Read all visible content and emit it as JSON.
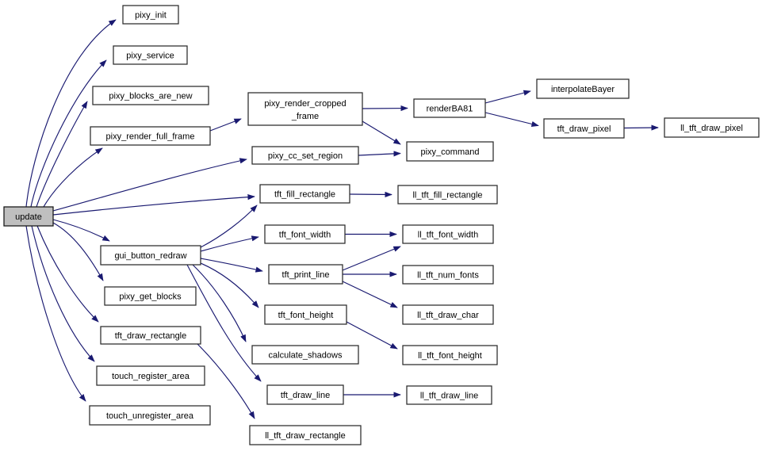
{
  "graph": {
    "colors": {
      "edge": "#191970",
      "node_border": "#2b2b2b",
      "node_fill": "#ffffff",
      "root_node_fill": "#bfbfbf",
      "background": "#ffffff",
      "text": "#000000"
    },
    "root": "update",
    "nodes": {
      "update": {
        "label": "update"
      },
      "pixy_init": {
        "label": "pixy_init"
      },
      "pixy_service": {
        "label": "pixy_service"
      },
      "pixy_blocks_are_new": {
        "label": "pixy_blocks_are_new"
      },
      "pixy_render_full_frame": {
        "label": "pixy_render_full_frame"
      },
      "pixy_render_cropped_frame": {
        "label": "pixy_render_cropped_frame",
        "lines": [
          "pixy_render_cropped",
          "_frame"
        ]
      },
      "pixy_cc_set_region": {
        "label": "pixy_cc_set_region"
      },
      "renderBA81": {
        "label": "renderBA81"
      },
      "pixy_command": {
        "label": "pixy_command"
      },
      "interpolateBayer": {
        "label": "interpolateBayer"
      },
      "tft_draw_pixel": {
        "label": "tft_draw_pixel"
      },
      "ll_tft_draw_pixel": {
        "label": "ll_tft_draw_pixel"
      },
      "tft_fill_rectangle": {
        "label": "tft_fill_rectangle"
      },
      "ll_tft_fill_rectangle": {
        "label": "ll_tft_fill_rectangle"
      },
      "gui_button_redraw": {
        "label": "gui_button_redraw"
      },
      "tft_font_width": {
        "label": "tft_font_width"
      },
      "ll_tft_font_width": {
        "label": "ll_tft_font_width"
      },
      "tft_print_line": {
        "label": "tft_print_line"
      },
      "ll_tft_num_fonts": {
        "label": "ll_tft_num_fonts"
      },
      "ll_tft_draw_char": {
        "label": "ll_tft_draw_char"
      },
      "tft_font_height": {
        "label": "tft_font_height"
      },
      "ll_tft_font_height": {
        "label": "ll_tft_font_height"
      },
      "calculate_shadows": {
        "label": "calculate_shadows"
      },
      "pixy_get_blocks": {
        "label": "pixy_get_blocks"
      },
      "tft_draw_rectangle": {
        "label": "tft_draw_rectangle"
      },
      "tft_draw_line": {
        "label": "tft_draw_line"
      },
      "ll_tft_draw_line": {
        "label": "ll_tft_draw_line"
      },
      "touch_register_area": {
        "label": "touch_register_area"
      },
      "touch_unregister_area": {
        "label": "touch_unregister_area"
      },
      "ll_tft_draw_rectangle": {
        "label": "ll_tft_draw_rectangle"
      }
    },
    "edges": [
      {
        "from": "update",
        "to": "pixy_init"
      },
      {
        "from": "update",
        "to": "pixy_service"
      },
      {
        "from": "update",
        "to": "pixy_blocks_are_new"
      },
      {
        "from": "update",
        "to": "pixy_render_full_frame"
      },
      {
        "from": "update",
        "to": "pixy_cc_set_region"
      },
      {
        "from": "update",
        "to": "tft_fill_rectangle"
      },
      {
        "from": "update",
        "to": "gui_button_redraw"
      },
      {
        "from": "update",
        "to": "pixy_get_blocks"
      },
      {
        "from": "update",
        "to": "tft_draw_rectangle"
      },
      {
        "from": "update",
        "to": "touch_register_area"
      },
      {
        "from": "update",
        "to": "touch_unregister_area"
      },
      {
        "from": "pixy_render_full_frame",
        "to": "pixy_render_cropped_frame"
      },
      {
        "from": "pixy_render_cropped_frame",
        "to": "renderBA81"
      },
      {
        "from": "pixy_render_cropped_frame",
        "to": "pixy_command"
      },
      {
        "from": "pixy_cc_set_region",
        "to": "pixy_command"
      },
      {
        "from": "renderBA81",
        "to": "interpolateBayer"
      },
      {
        "from": "renderBA81",
        "to": "tft_draw_pixel"
      },
      {
        "from": "tft_draw_pixel",
        "to": "ll_tft_draw_pixel"
      },
      {
        "from": "tft_fill_rectangle",
        "to": "ll_tft_fill_rectangle"
      },
      {
        "from": "gui_button_redraw",
        "to": "tft_fill_rectangle"
      },
      {
        "from": "gui_button_redraw",
        "to": "tft_font_width"
      },
      {
        "from": "gui_button_redraw",
        "to": "tft_print_line"
      },
      {
        "from": "gui_button_redraw",
        "to": "tft_font_height"
      },
      {
        "from": "gui_button_redraw",
        "to": "calculate_shadows"
      },
      {
        "from": "gui_button_redraw",
        "to": "tft_draw_line"
      },
      {
        "from": "tft_font_width",
        "to": "ll_tft_font_width"
      },
      {
        "from": "tft_print_line",
        "to": "ll_tft_font_width"
      },
      {
        "from": "tft_print_line",
        "to": "ll_tft_num_fonts"
      },
      {
        "from": "tft_print_line",
        "to": "ll_tft_draw_char"
      },
      {
        "from": "tft_font_height",
        "to": "ll_tft_font_height"
      },
      {
        "from": "tft_draw_line",
        "to": "ll_tft_draw_line"
      },
      {
        "from": "tft_draw_rectangle",
        "to": "ll_tft_draw_rectangle"
      }
    ]
  }
}
